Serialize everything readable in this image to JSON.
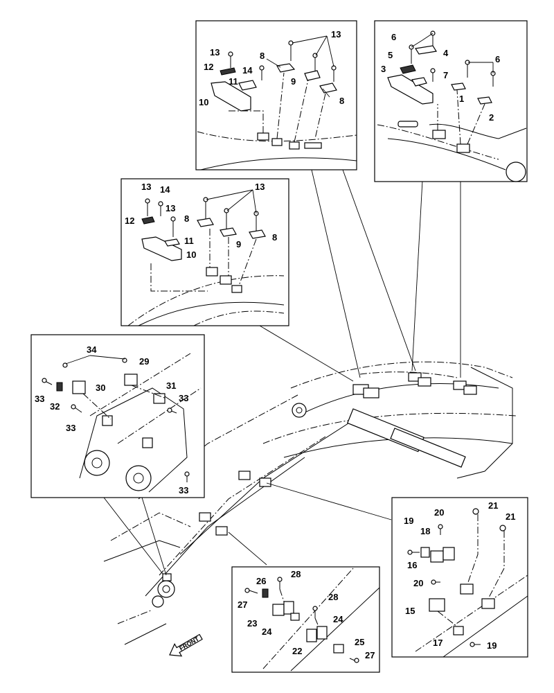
{
  "front_label": "FRONT",
  "panels": {
    "top_middle": {
      "callouts": [
        "13",
        "13",
        "8",
        "12",
        "14",
        "11",
        "9",
        "10",
        "8"
      ]
    },
    "top_right": {
      "callouts": [
        "6",
        "5",
        "4",
        "3",
        "7",
        "6",
        "1",
        "2"
      ]
    },
    "middle": {
      "callouts": [
        "13",
        "14",
        "13",
        "13",
        "8",
        "12",
        "11",
        "9",
        "8",
        "10"
      ]
    },
    "left": {
      "callouts": [
        "34",
        "29",
        "30",
        "31",
        "33",
        "33",
        "32",
        "33",
        "33"
      ]
    },
    "bottom_right": {
      "callouts": [
        "21",
        "20",
        "19",
        "21",
        "18",
        "16",
        "20",
        "15",
        "17",
        "19"
      ]
    },
    "bottom_middle": {
      "callouts": [
        "26",
        "28",
        "27",
        "23",
        "28",
        "24",
        "24",
        "25",
        "22",
        "27"
      ]
    }
  }
}
